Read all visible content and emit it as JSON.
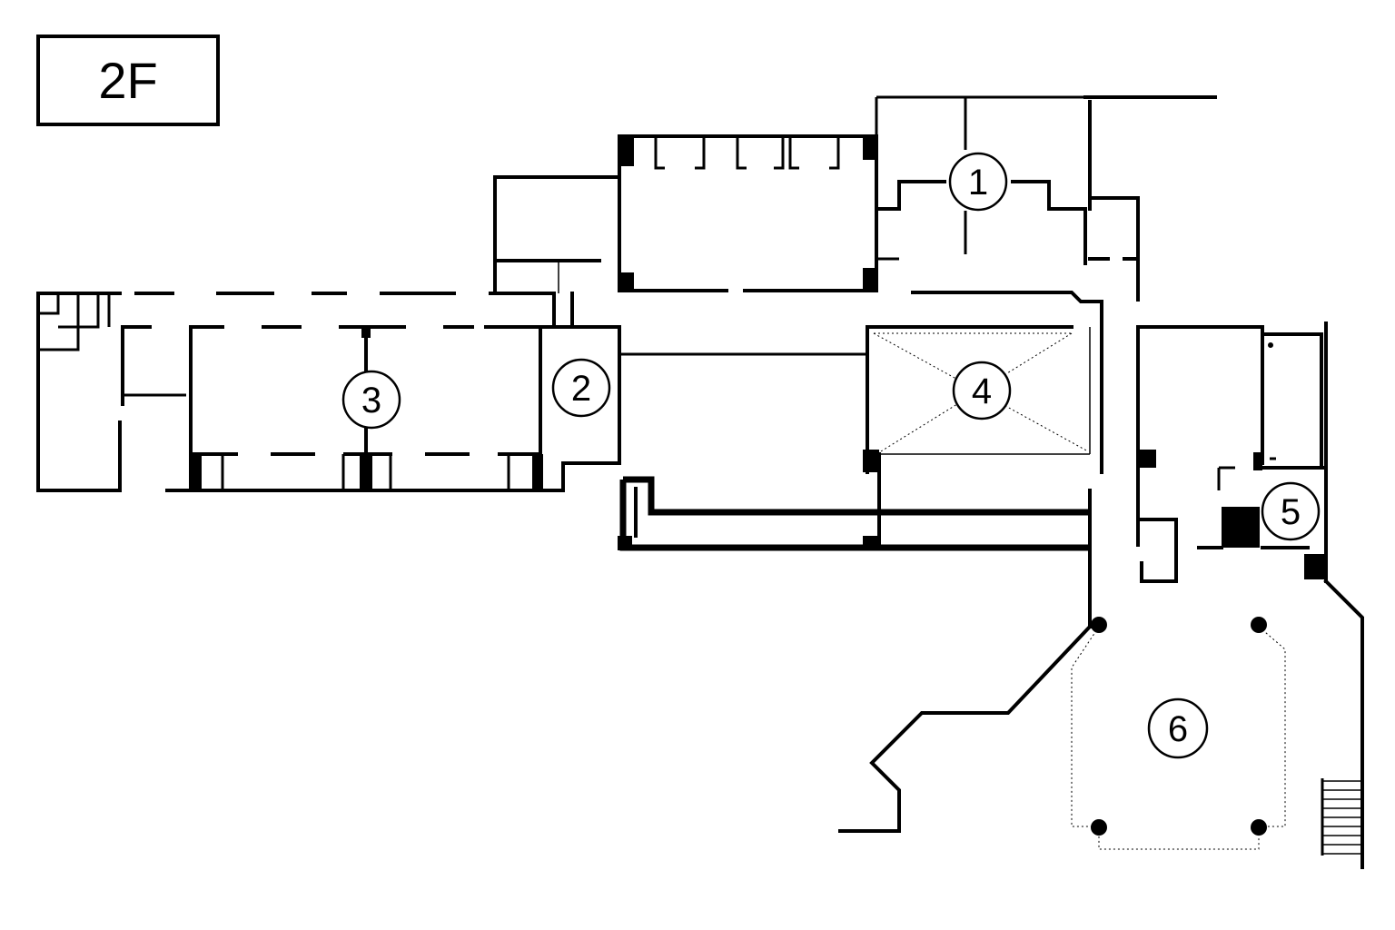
{
  "floor": {
    "label": "2F"
  },
  "rooms": [
    {
      "id": "room-1",
      "number": "1"
    },
    {
      "id": "room-2",
      "number": "2"
    },
    {
      "id": "room-3",
      "number": "3"
    },
    {
      "id": "room-4",
      "number": "4"
    },
    {
      "id": "room-5",
      "number": "5"
    },
    {
      "id": "room-6",
      "number": "6"
    }
  ]
}
